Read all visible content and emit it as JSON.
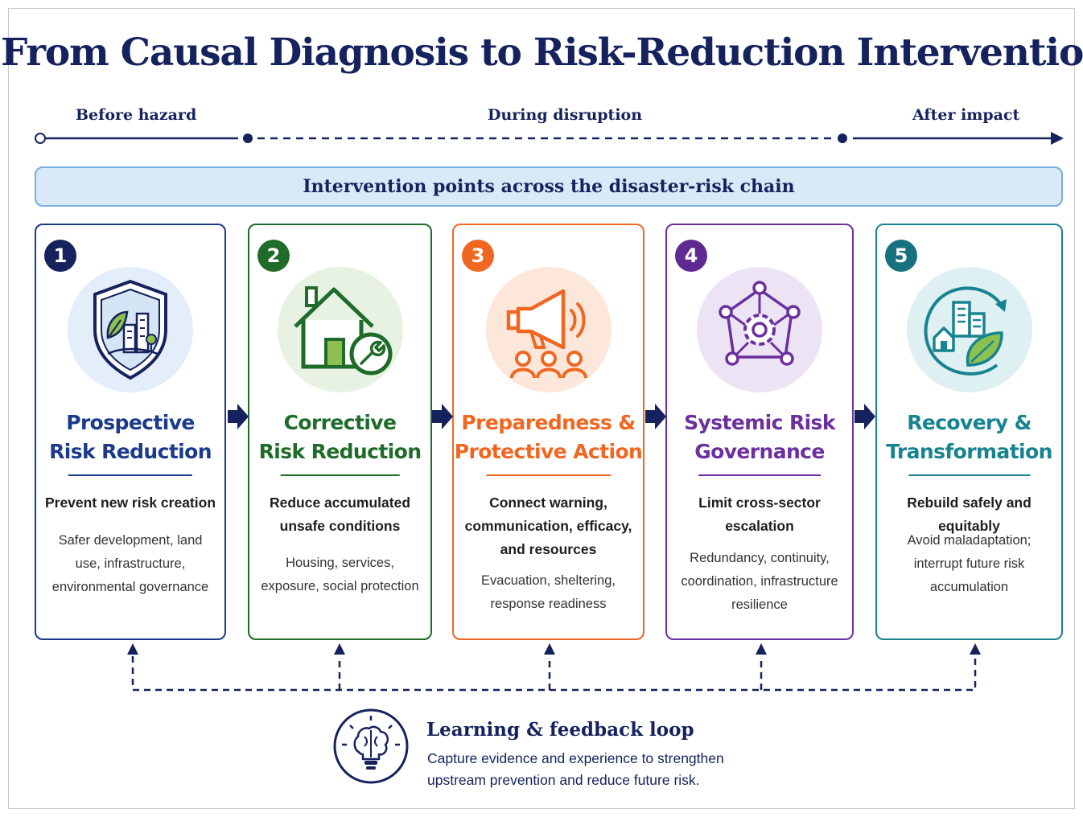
{
  "title": "From Causal Diagnosis to Risk-Reduction Intervention",
  "timeline": {
    "phases": [
      "Before hazard",
      "During disruption",
      "After impact"
    ]
  },
  "band": "Intervention points across the disaster-risk chain",
  "cards": [
    {
      "number": "1",
      "title_line1": "Prospective",
      "title_line2": "Risk Reduction",
      "subtitle": "Prevent new risk creation",
      "description": "Safer development, land use, infrastructure, environmental governance",
      "color": "#1b3a8c",
      "badge_color": "#15225e",
      "tint": "#e3eefa",
      "icon": "shield-city-leaf-icon"
    },
    {
      "number": "2",
      "title_line1": "Corrective",
      "title_line2": "Risk Reduction",
      "subtitle": "Reduce accumulated unsafe conditions",
      "description": "Housing, services, exposure, social protection",
      "color": "#1f6b2a",
      "badge_color": "#1f6b2a",
      "tint": "#e8f2e3",
      "icon": "house-wrench-icon"
    },
    {
      "number": "3",
      "title_line1": "Preparedness &",
      "title_line2": "Protective Action",
      "subtitle": "Connect warning, communication, efficacy, and resources",
      "description": "Evacuation, sheltering, response readiness",
      "color": "#f06722",
      "badge_color": "#f06722",
      "tint": "#fde6da",
      "icon": "megaphone-people-icon"
    },
    {
      "number": "4",
      "title_line1": "Systemic Risk",
      "title_line2": "Governance",
      "subtitle": "Limit cross-sector escalation",
      "description": "Redundancy, continuity, coordination, infrastructure resilience",
      "color": "#6b2fa0",
      "badge_color": "#5e2a91",
      "tint": "#ece4f5",
      "icon": "network-gear-icon"
    },
    {
      "number": "5",
      "title_line1": "Recovery &",
      "title_line2": "Transformation",
      "subtitle": "Rebuild safely and equitably",
      "description": "Avoid maladaptation; interrupt future risk accumulation",
      "color": "#178391",
      "badge_color": "#17717f",
      "tint": "#def0f1",
      "icon": "city-leaf-cycle-icon"
    }
  ],
  "feedback": {
    "title": "Learning & feedback loop",
    "description": "Capture evidence and experience to strengthen upstream prevention and reduce future risk.",
    "icon": "brain-lightbulb-icon"
  },
  "colors": {
    "navy": "#15225e",
    "band_fill": "#d9e9f8",
    "band_border": "#7aaee0"
  }
}
